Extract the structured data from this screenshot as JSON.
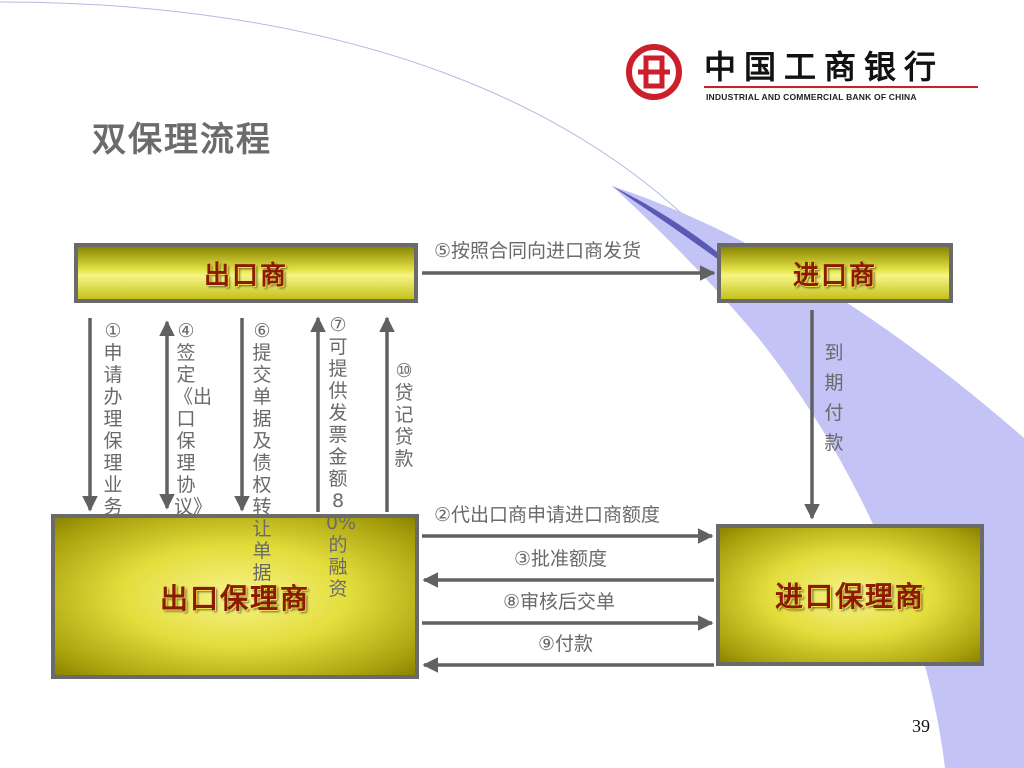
{
  "header": {
    "logo_name_cn": "中国工商银行",
    "logo_name_en": "INDUSTRIAL AND COMMERCIAL BANK OF CHINA",
    "logo_icon": "icbc-seal-icon",
    "logo_color": "#cc1f2c"
  },
  "title": "双保理流程",
  "nodes": {
    "exporter": "出口商",
    "importer": "进口商",
    "export_factor": "出口保理商",
    "import_factor": "进口保理商"
  },
  "flows": {
    "step1": "①申请办理保理业务",
    "step4": "④签定《出口保理协议》",
    "step6": "⑥提交单据及债权转让单据",
    "step7": "⑦可提供发票金额80%的融资",
    "step10": "⑩贷记贷款",
    "step5": "⑤按照合同向进口商发货",
    "due_payment": "到期付款",
    "step2": "②代出口商申请进口商额度",
    "step3": "③批准额度",
    "step8": "⑧审核后交单",
    "step9": "⑨付款"
  },
  "colors": {
    "arrow": "#616161",
    "box_border": "#6a6a6a",
    "box_text": "#8b1a00",
    "box_fill": "#e6e54a",
    "decor_periwinkle": "#c3c3f5"
  },
  "page_number": "39"
}
